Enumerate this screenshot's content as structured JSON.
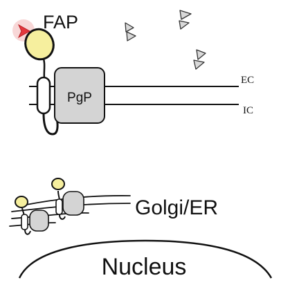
{
  "labels": {
    "fap": "FAP",
    "pgp": "PgP",
    "ec": "EC",
    "ic": "IC",
    "golgi_er": "Golgi/ER",
    "nucleus": "Nucleus"
  },
  "colors": {
    "background": "#ffffff",
    "outline": "#111111",
    "yellow_domain": "#f6ef9e",
    "pgp_fill": "#d4d4d4",
    "ligand_red": "#e3373d",
    "ligand_glow": "#f6c9c9",
    "drug_fill": "#d9d9d9"
  },
  "icons": {
    "drug_molecules": "double-triangle-icon",
    "fap_ligand": "red-arrowhead-icon"
  }
}
